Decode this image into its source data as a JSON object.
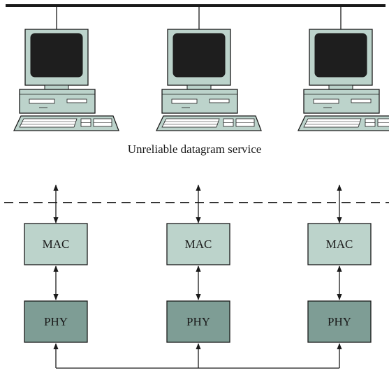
{
  "caption": "Unreliable datagram service",
  "stations": [
    {
      "mac_label": "MAC",
      "phy_label": "PHY"
    },
    {
      "mac_label": "MAC",
      "phy_label": "PHY"
    },
    {
      "mac_label": "MAC",
      "phy_label": "PHY"
    }
  ],
  "colors": {
    "mac_fill": "#bcd3cb",
    "phy_fill": "#7e9d95",
    "computer_fill": "#bcd3cb",
    "screen_fill": "#1e1e1e",
    "line": "#1a1a1a"
  }
}
